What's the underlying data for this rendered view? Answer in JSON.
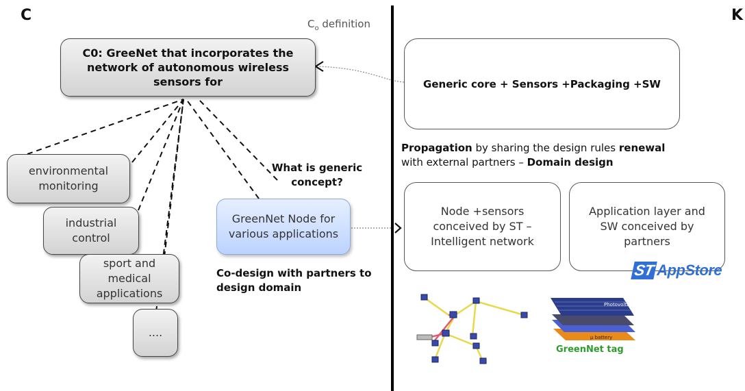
{
  "left_letter": "C",
  "right_letter": "K",
  "c0_definition": {
    "main": "C",
    "sub": "o",
    "rest": " definition"
  },
  "c0_box": "C0: GreeNet that incorporates the network of autonomous wireless sensors for",
  "concepts": [
    "environmental monitoring",
    "industrial control",
    "sport and medical applications",
    "...."
  ],
  "node_box": "GreenNet Node for various applications",
  "question": "What is generic concept?",
  "codesign": "Co-design with partners to design domain",
  "generic_core_box": "Generic core + Sensors +Packaging +SW",
  "propagation": {
    "p1": "Propagation",
    "p2": " by sharing the design rules ",
    "p3": "renewal",
    "p4": "with external partners – ",
    "p5": "Domain design"
  },
  "node_sensors_box": "Node +sensors conceived by ST – Intelligent network",
  "app_layer_box": "Application layer and SW conceived by partners",
  "appstore": {
    "brand": "ST",
    "name": "AppStore"
  },
  "greennet_tag": {
    "caption": "GreenNet tag",
    "label1": "Photovoltaic Cell",
    "label2": "μ battery"
  },
  "colors": {
    "appstore_blue": "#2f6fd6",
    "tag_green": "#2e9b2e",
    "node_blue_top": "#e6efff",
    "node_blue_bottom": "#bcd3ff"
  }
}
